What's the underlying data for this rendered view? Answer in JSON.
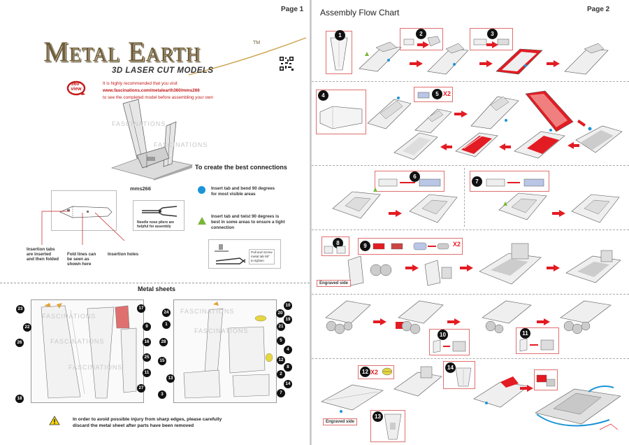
{
  "page1": {
    "page_label": "Page 1",
    "logo_text": "Metal Earth",
    "trademark": "TM",
    "subtitle": "3D LASER CUT MODELS",
    "badge_text": "360° view",
    "recommend_line1": "It is highly recommended that you visit",
    "recommend_link": "www.fascinations.com/metalearth360/mms266",
    "recommend_line2": "to see the completed model before assembling your own",
    "model_code": "mms266",
    "watermark": "FASCINATIONS",
    "best_connections_title": "To create the best connections",
    "legend": [
      {
        "shape": "blue-dot",
        "color": "#1c94d6",
        "text_line1": "Insert tab and bend 90 degrees",
        "text_line2": "for most visible areas"
      },
      {
        "shape": "green-triangle",
        "color": "#7ab63a",
        "text_line1": "Insert tab and twist 90 degrees  is",
        "text_line2": "best in some areas to ensure  a tight",
        "text_line3": "connection"
      }
    ],
    "pliers_note_line1": "Needle  nose  pliers are",
    "pliers_note_line2": "helpful for assembly",
    "pull_note_line1": "Pull and Screw",
    "pull_note_line2": "metal tab  90°",
    "pull_note_line3": "to tighten",
    "diagram_labels": {
      "insertion_tabs_line1": "Insertion tabs",
      "insertion_tabs_line2": "are inserted",
      "insertion_tabs_line3": "and then folded",
      "fold_lines_line1": "Fold lines can",
      "fold_lines_line2": "be seen as",
      "fold_lines_line3": "shown here",
      "insertion_holes": "Insertion holes"
    },
    "metal_sheets_title": "Metal sheets",
    "sheet1_numbers": [
      "23",
      "22",
      "26",
      "18",
      "17",
      "9",
      "16",
      "25",
      "11",
      "27"
    ],
    "sheet2_numbers": [
      "24",
      "1",
      "28",
      "15",
      "13",
      "3",
      "10",
      "21",
      "19",
      "5",
      "4",
      "12",
      "8",
      "2",
      "14",
      "7",
      "20"
    ],
    "warning_line1": "In order to avoid possible injury from sharp edges, please carefully",
    "warning_line2": "discard the metal sheet after parts have been removed"
  },
  "page2": {
    "page_label": "Page 2",
    "title": "Assembly Flow Chart",
    "steps": [
      "1",
      "2",
      "3",
      "4",
      "5",
      "6",
      "7",
      "8",
      "9",
      "10",
      "11",
      "12",
      "13",
      "14"
    ],
    "multipliers": {
      "step5": "X2",
      "step9": "X2",
      "step12": "X2"
    },
    "engraved_label": "Engraved side",
    "accent_color": "#e31b23",
    "bend_color": "#1c94d6",
    "twist_color": "#7ab63a"
  }
}
